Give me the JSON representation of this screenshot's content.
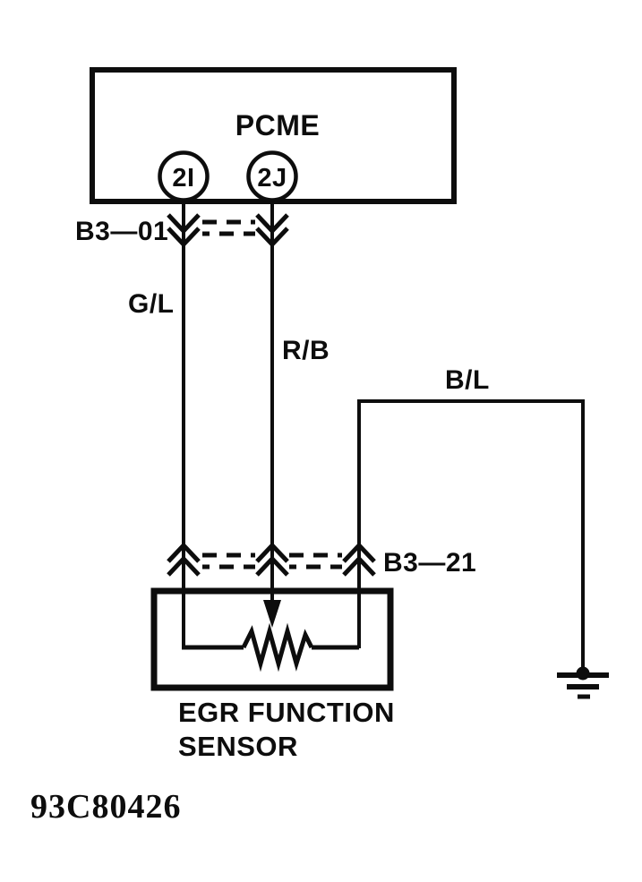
{
  "colors": {
    "ink": "#0d0d0d",
    "background": "#ffffff"
  },
  "diagram": {
    "pcme": {
      "label": "PCME",
      "pins": [
        {
          "id": "2I"
        },
        {
          "id": "2J"
        }
      ]
    },
    "connectors": {
      "top": "B3—01",
      "bottom": "B3—21"
    },
    "wire_labels": {
      "gl": "G/L",
      "rb": "R/B",
      "bl": "B/L"
    },
    "sensor": {
      "name_line1": "EGR FUNCTION",
      "name_line2": "SENSOR"
    },
    "figure_code": "93C80426"
  }
}
